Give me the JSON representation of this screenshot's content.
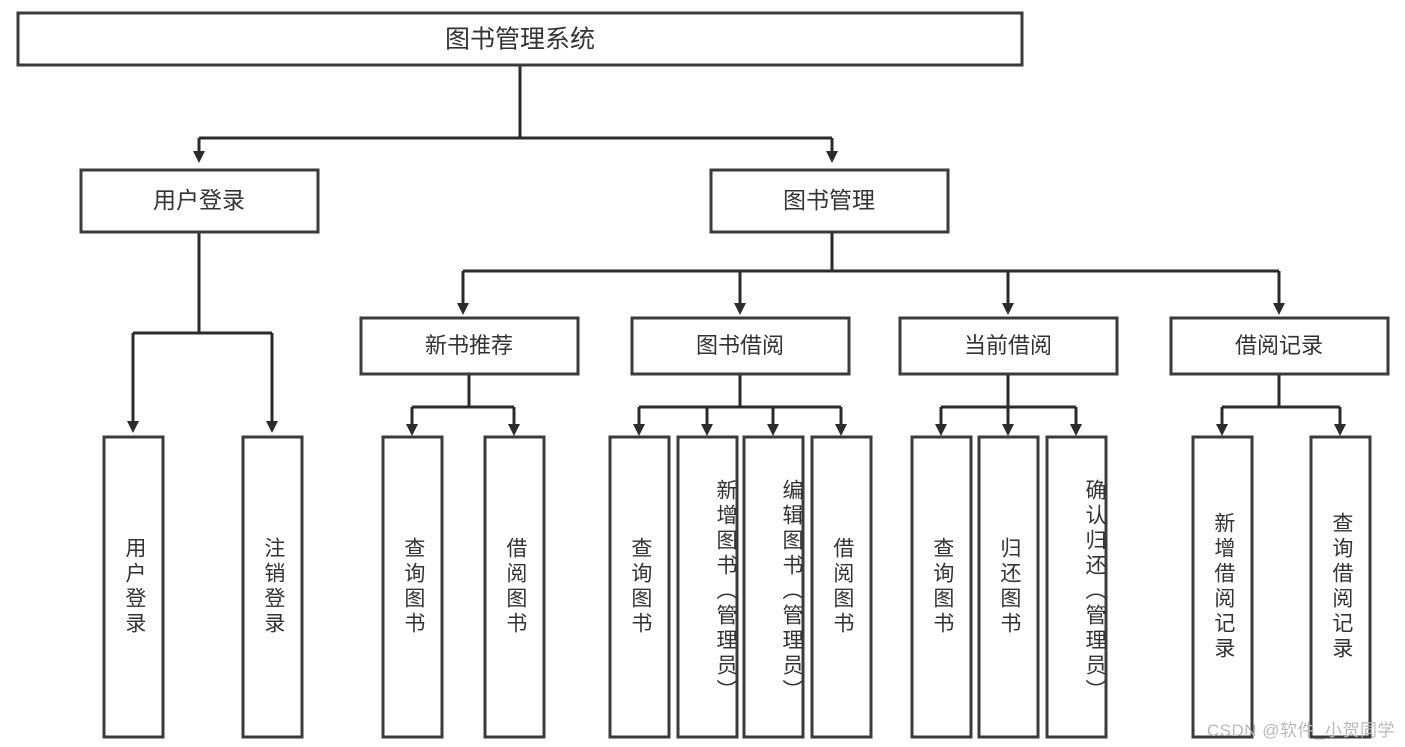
{
  "diagram": {
    "title_node": {
      "label": "图书管理系统"
    },
    "level1": [
      {
        "label": "用户登录"
      },
      {
        "label": "图书管理"
      }
    ],
    "level2": [
      {
        "label": "新书推荐"
      },
      {
        "label": "图书借阅"
      },
      {
        "label": "当前借阅"
      },
      {
        "label": "借阅记录"
      }
    ],
    "leaves": {
      "user_login": [
        {
          "label": "用户登录"
        },
        {
          "label": "注销登录"
        }
      ],
      "new_book_recommend": [
        {
          "label": "查询图书"
        },
        {
          "label": "借阅图书"
        }
      ],
      "book_borrow": [
        {
          "label": "查询图书"
        },
        {
          "label": "新增图书（管理员）"
        },
        {
          "label": "编辑图书（管理员）"
        },
        {
          "label": "借阅图书"
        }
      ],
      "current_borrow": [
        {
          "label": "查询图书"
        },
        {
          "label": "归还图书"
        },
        {
          "label": "确认归还（管理员）"
        }
      ],
      "borrow_record": [
        {
          "label": "新增借阅记录"
        },
        {
          "label": "查询借阅记录"
        }
      ]
    }
  },
  "watermark": {
    "text": "CSDN @软件_小贺同学"
  },
  "colors": {
    "background": "#ffffff",
    "box_stroke": "#3b3b3b",
    "connector": "#2b2b2b",
    "text": "#333333",
    "watermark": "#b9b9b9"
  }
}
